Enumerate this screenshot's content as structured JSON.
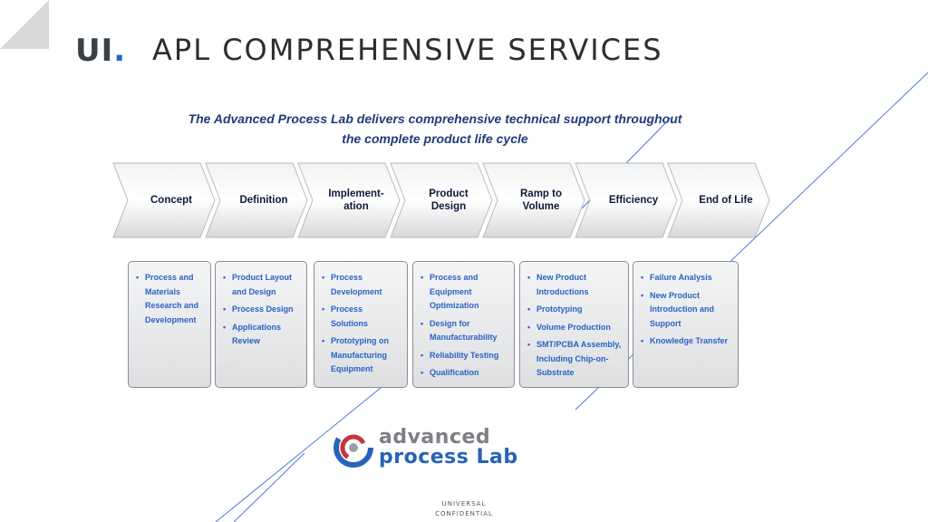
{
  "header": {
    "logo_text": "UI",
    "logo_dot": ".",
    "title": "APL COMPREHENSIVE SERVICES"
  },
  "subtitle": {
    "line1": "The Advanced Process Lab delivers comprehensive  technical support throughout",
    "line2": "the complete product life cycle"
  },
  "stages": [
    {
      "label": "Concept",
      "items": [
        "Process and Materials Research and Development"
      ]
    },
    {
      "label": "Definition",
      "items": [
        "Product Layout and Design",
        "Process Design",
        "Applications Review"
      ]
    },
    {
      "label": "Implement-\nation",
      "items": [
        "Process Development",
        "Process Solutions",
        "Prototyping on Manufacturing Equipment"
      ]
    },
    {
      "label": "Product\nDesign",
      "items": [
        "Process and Equipment Optimization",
        "Design for Manufacturability",
        "Reliability Testing",
        "Qualification"
      ]
    },
    {
      "label": "Ramp to\nVolume",
      "items": [
        "New Product Introductions",
        "Prototyping",
        "Volume Production",
        "SMT/PCBA Assembly, Including Chip-on-Substrate"
      ]
    },
    {
      "label": "Efficiency",
      "items": [
        "Failure Analysis",
        "New Product Introduction and Support",
        "Knowledge Transfer"
      ]
    },
    {
      "label": "End of Life",
      "items": []
    }
  ],
  "brand": {
    "line1": "advanced",
    "line2": "process Lab"
  },
  "footer": {
    "line1": "UNIVERSAL",
    "line2": "CONFIDENTIAL"
  },
  "colors": {
    "title": "#2b2f33",
    "accent": "#1f64c9",
    "subtitle": "#1f3b7a",
    "bullet_text": "#2a62c6",
    "chevron_fill": "#e4e5e7"
  }
}
